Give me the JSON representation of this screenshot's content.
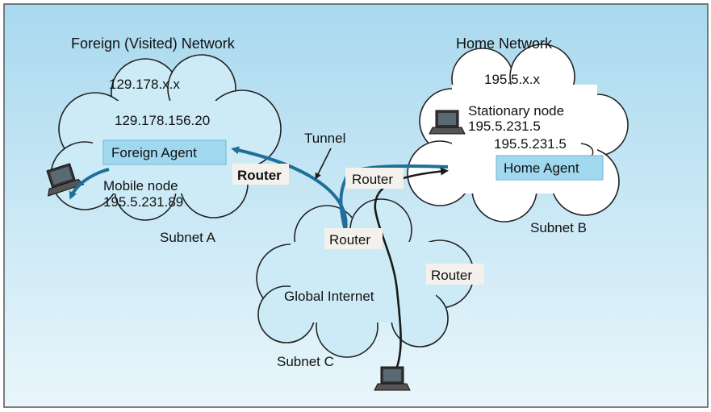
{
  "titles": {
    "foreign_network": "Foreign (Visited) Network",
    "home_network": "Home Network"
  },
  "foreign": {
    "subnet_address": "129.178.x.x",
    "agent_address": "129.178.156.20",
    "agent_label": "Foreign Agent",
    "mobile_label": "Mobile node",
    "mobile_address": "195.5.231.89",
    "subnet_label": "Subnet A",
    "router_label": "Router"
  },
  "home": {
    "subnet_address": "195.5.x.x",
    "stationary_label": "Stationary node",
    "stationary_address": "195.5.231.5",
    "agent_address": "195.5.231.5",
    "agent_label": "Home Agent",
    "subnet_label": "Subnet B",
    "router_label": "Router"
  },
  "internet": {
    "label": "Global Internet",
    "router_label": "Router",
    "subnet_label": "Subnet C",
    "router_right_label": "Router"
  },
  "tunnel_label": "Tunnel",
  "colors": {
    "background_top": "#a9d9ef",
    "background_bottom": "#e9f6fb",
    "cloud_blue": "#cdebf7",
    "cloud_white": "#ffffff",
    "agent_box": "#9fd8ef",
    "tunnel_arrow": "#1f6f99",
    "path_line": "#1a1a1a",
    "router_box": "#f4f1ec"
  },
  "icons": [
    "laptop-icon"
  ]
}
